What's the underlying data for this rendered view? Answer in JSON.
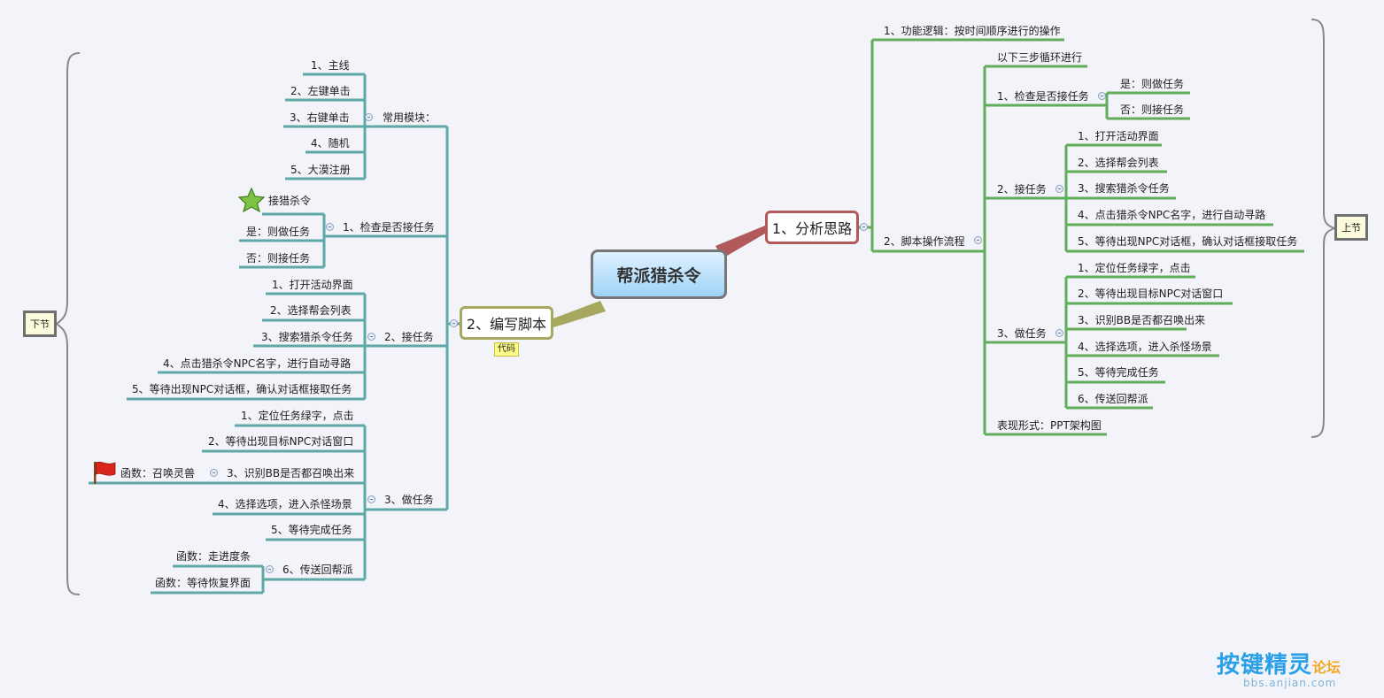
{
  "root": {
    "title": "帮派猎杀令"
  },
  "branch_analysis": {
    "title": "1、分析思路",
    "section": "上节",
    "logic": "1、功能逻辑：按时间顺序进行的操作",
    "flow": {
      "title": "2、脚本操作流程",
      "loop": "以下三步循环进行",
      "check": {
        "title": "1、检查是否接任务",
        "items": [
          "是：则做任务",
          "否：则接任务"
        ]
      },
      "accept": {
        "title": "2、接任务",
        "items": [
          "1、打开活动界面",
          "2、选择帮会列表",
          "3、搜索猎杀令任务",
          "4、点击猎杀令NPC名字，进行自动寻路",
          "5、等待出现NPC对话框，确认对话框接取任务"
        ]
      },
      "do": {
        "title": "3、做任务",
        "items": [
          "1、定位任务绿字，点击",
          "2、等待出现目标NPC对话窗口",
          "3、识别BB是否都召唤出来",
          "4、选择选项，进入杀怪场景",
          "5、等待完成任务",
          "6、传送回帮派"
        ]
      },
      "form": "表现形式：PPT架构图"
    }
  },
  "branch_script": {
    "title": "2、编写脚本",
    "tag": "代码",
    "section": "下节",
    "common": {
      "title": "常用模块：",
      "items": [
        "1、主线",
        "2、左键单击",
        "3、右键单击",
        "4、随机",
        "5、大漠注册"
      ]
    },
    "check": {
      "title": "1、检查是否接任务",
      "items": [
        "接猎杀令",
        "是：则做任务",
        "否：则接任务"
      ]
    },
    "accept": {
      "title": "2、接任务",
      "items": [
        "1、打开活动界面",
        "2、选择帮会列表",
        "3、搜索猎杀令任务",
        "4、点击猎杀令NPC名字，进行自动寻路",
        "5、等待出现NPC对话框，确认对话框接取任务"
      ]
    },
    "do": {
      "title": "3、做任务",
      "items": [
        "1、定位任务绿字，点击",
        "2、等待出现目标NPC对话窗口",
        "3、识别BB是否都召唤出来",
        "4、选择选项，进入杀怪场景",
        "5、等待完成任务",
        "6、传送回帮派"
      ],
      "summon_func": "函数：召唤灵兽",
      "return_funcs": [
        "函数：走进度条",
        "函数：等待恢复界面"
      ]
    }
  },
  "watermark": {
    "brand": "按键精灵",
    "suffix": "论坛",
    "url": "bbs.anjian.com"
  },
  "colors": {
    "right_branch": "#62ad5c",
    "left_branch": "#5ea9a8",
    "root_border": "#777777",
    "node1_border": "#b25a5a",
    "node2_border": "#a7a860"
  }
}
